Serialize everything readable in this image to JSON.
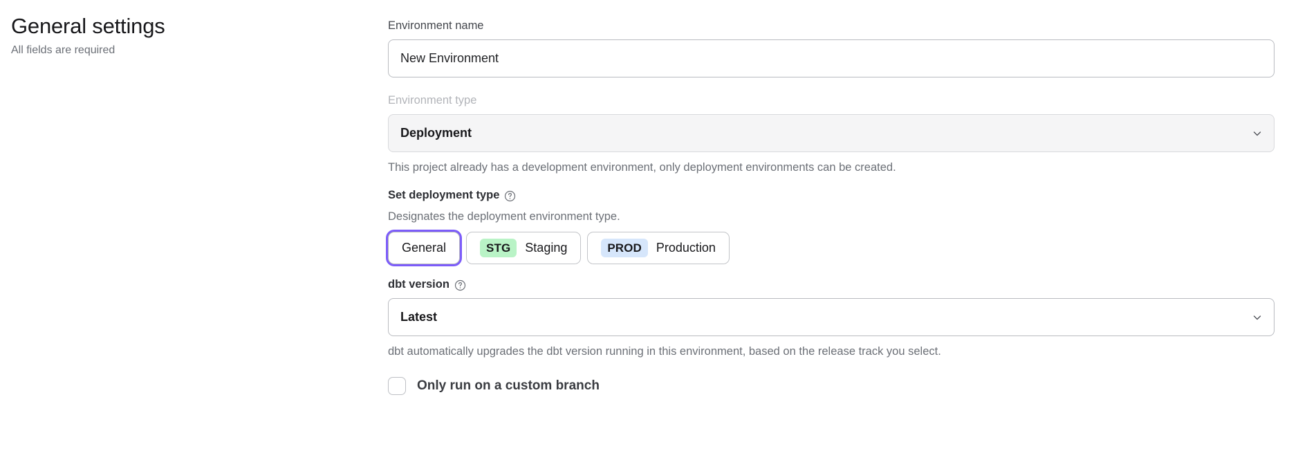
{
  "header": {
    "title": "General settings",
    "subtitle": "All fields are required"
  },
  "form": {
    "environment_name": {
      "label": "Environment name",
      "value": "New Environment",
      "placeholder": "New Environment"
    },
    "environment_type": {
      "label": "Environment type",
      "value": "Deployment",
      "chevron_icon": "chevron-down-icon",
      "helper": "This project already has a development environment, only deployment environments can be created.",
      "disabled": true
    },
    "deployment_type": {
      "label": "Set deployment type",
      "help_icon": "help-circle-icon",
      "description": "Designates the deployment environment type.",
      "options": [
        {
          "id": "general",
          "label": "General",
          "badge": null,
          "badge_class": "",
          "focused": true
        },
        {
          "id": "staging",
          "label": "Staging",
          "badge": "STG",
          "badge_class": "stg",
          "focused": false
        },
        {
          "id": "production",
          "label": "Production",
          "badge": "PROD",
          "badge_class": "prod",
          "focused": false
        }
      ]
    },
    "dbt_version": {
      "label": "dbt version",
      "help_icon": "help-circle-icon",
      "value": "Latest",
      "chevron_icon": "chevron-down-icon",
      "helper": "dbt automatically upgrades the dbt version running in this environment, based on the release track you select."
    },
    "custom_branch": {
      "label": "Only run on a custom branch",
      "checked": false
    }
  },
  "colors": {
    "focus_ring": "#7c5cfa",
    "badge_stg_bg": "#b9f3c6",
    "badge_prod_bg": "#d6e6fb",
    "disabled_bg": "#f5f5f6",
    "muted_text": "#6b6f76"
  }
}
